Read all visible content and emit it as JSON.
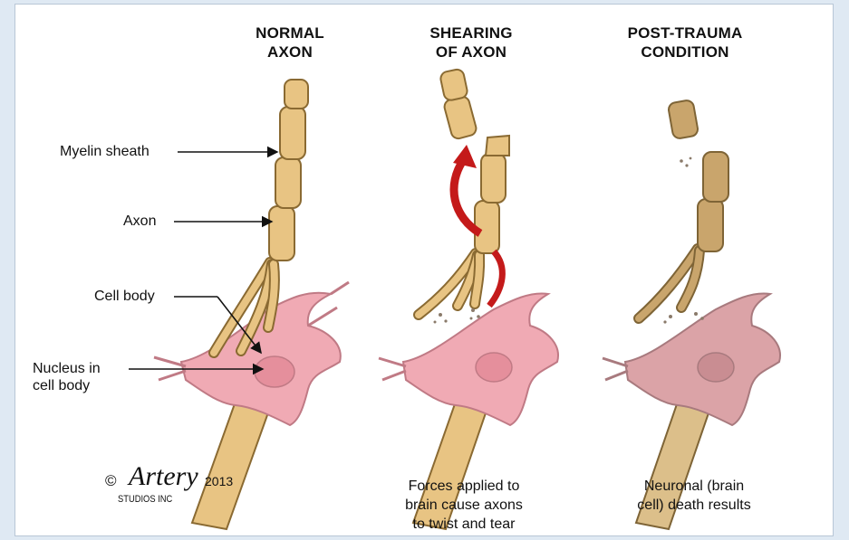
{
  "panels": [
    {
      "title_line1": "NORMAL",
      "title_line2": "AXON"
    },
    {
      "title_line1": "SHEARING",
      "title_line2": "OF AXON"
    },
    {
      "title_line1": "POST-TRAUMA",
      "title_line2": "CONDITION"
    }
  ],
  "labels": {
    "myelin": "Myelin sheath",
    "axon": "Axon",
    "cell_body": "Cell body",
    "nucleus_line1": "Nucleus in",
    "nucleus_line2": "cell body"
  },
  "captions": {
    "shearing": [
      "Forces applied to",
      "brain cause axons",
      "to twist and tear"
    ],
    "post_trauma": [
      "Neuronal (brain",
      "cell) death results"
    ]
  },
  "logo": {
    "symbol": "©",
    "brand": "Artery",
    "studio": "STUDIOS INC",
    "year": "2013"
  },
  "colors": {
    "axon": "#e8c483",
    "axon_outline": "#8a6a32",
    "cell": "#f0aab4",
    "cell_dark": "#c07a85",
    "force_arrow": "#c41a1a"
  }
}
